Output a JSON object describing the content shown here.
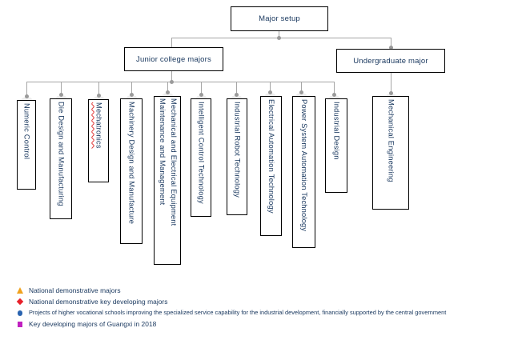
{
  "diagram": {
    "title": "Major setup organization chart",
    "root": {
      "label": "Major setup"
    },
    "level2": [
      {
        "label": "Junior college majors"
      },
      {
        "label": "Undergraduate major"
      }
    ],
    "junior_college_leaves": [
      {
        "label": "Numeric Control"
      },
      {
        "label": "Die Design and Manufacturing"
      },
      {
        "label": "Mechatronics",
        "spellcheck_flag": true
      },
      {
        "label": "Machinery Design and Manufacture"
      },
      {
        "label": "Mechanical and Electrical Equipment",
        "label_line2": "Maintenance and Management"
      },
      {
        "label": "Intelligent Control Technology"
      },
      {
        "label": "Industrial Robot Technology"
      },
      {
        "label": "Electrical Automation Technology"
      },
      {
        "label": "Power System Automation Technology"
      },
      {
        "label": "Industrial Design"
      }
    ],
    "undergraduate_leaves": [
      {
        "label": "Mechanical Engineering"
      }
    ]
  },
  "legend": {
    "items": [
      {
        "marker": "triangle-marker",
        "color": "#f0a21e",
        "label": "National demonstrative majors"
      },
      {
        "marker": "diamond-marker",
        "color": "#e8202a",
        "label": "National demonstrative key developing majors"
      },
      {
        "marker": "circle-marker",
        "color": "#2a64b0",
        "label": "Projects of higher vocational schools improving the specialized service capability for the industrial development, financially supported by the central government"
      },
      {
        "marker": "square-marker",
        "color": "#c020c0",
        "label": "Key developing majors of Guangxi in 2018"
      }
    ]
  },
  "style": {
    "box_border": "#000000",
    "text_color": "#17365d",
    "connector_color": "#a6a6a6"
  }
}
